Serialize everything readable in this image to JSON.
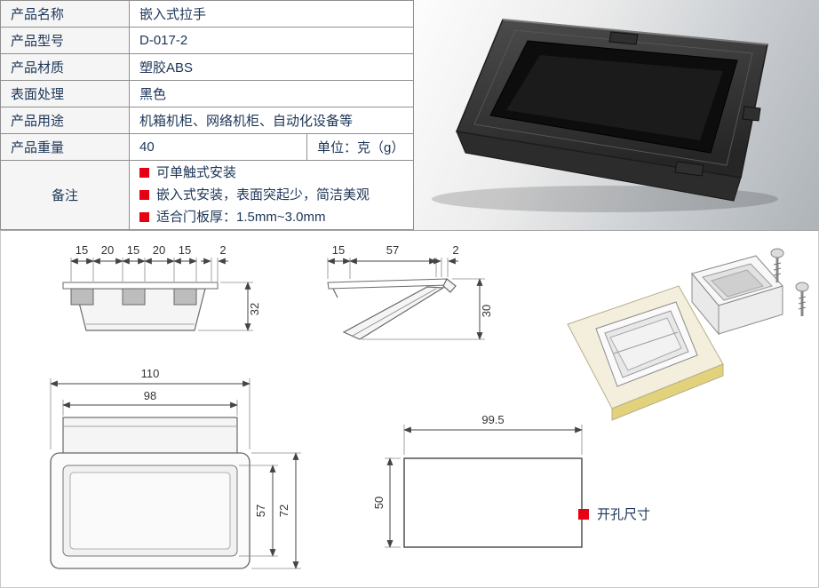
{
  "spec": {
    "rows": [
      {
        "label": "产品名称",
        "value": "嵌入式拉手"
      },
      {
        "label": "产品型号",
        "value": "D-017-2"
      },
      {
        "label": "产品材质",
        "value": "塑胶ABS"
      },
      {
        "label": "表面处理",
        "value": "黑色"
      },
      {
        "label": "产品用途",
        "value": "机箱机柜、网络机柜、自动化设备等"
      }
    ],
    "weight": {
      "label": "产品重量",
      "value": "40",
      "unit": "单位：克（g）"
    },
    "remark": {
      "label": "备注",
      "items": [
        "可单触式安装",
        "嵌入式安装，表面突起少，简洁美观",
        "适合门板厚：1.5mm~3.0mm"
      ]
    }
  },
  "dimensions": {
    "top_view": {
      "segs": [
        "15",
        "20",
        "15",
        "20",
        "15"
      ],
      "edge": "2",
      "height": "32"
    },
    "side_view": {
      "front": "15",
      "length": "57",
      "edge": "2",
      "height": "30"
    },
    "front_view": {
      "outer_width": "110",
      "inner_width": "98",
      "inner_height": "57",
      "outer_height": "72"
    },
    "cutout": {
      "width": "99.5",
      "height": "50",
      "label": "开孔尺寸"
    }
  },
  "colors": {
    "accent_red": "#e60012"
  }
}
